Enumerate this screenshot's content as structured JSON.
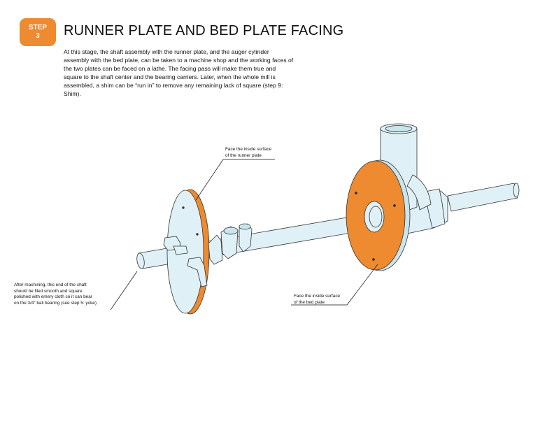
{
  "step_badge": {
    "label": "STEP",
    "number": "3"
  },
  "title": "RUNNER PLATE AND BED PLATE FACING",
  "intro": "At this stage, the shaft assembly with the runner plate, and the auger cylinder assembly with the bed plate, can be taken to a machine shop and the working faces of the two plates can be faced on a lathe.  The facing pass will make them true and square to the shaft center and the bearing carriers.  Later, when the whole mill is assembled, a shim can be “run in” to remove any remaining lack of square (step 9: Shim).",
  "callouts": {
    "runner_plate": [
      "Face the inside surface",
      "of the runner plate"
    ],
    "shaft_end": [
      "After machining, this end of the shaft",
      "should be filed smooth and square",
      "polished with emery cloth so it can bear",
      "on the 3/4” ball bearing (see step 5: yoke)"
    ],
    "bed_plate": [
      "Face the inside surface",
      "of the bed plate"
    ]
  },
  "colors": {
    "accent_orange": "#ee8a2f",
    "part_fill": "#dff1f7",
    "outline": "#333333"
  }
}
